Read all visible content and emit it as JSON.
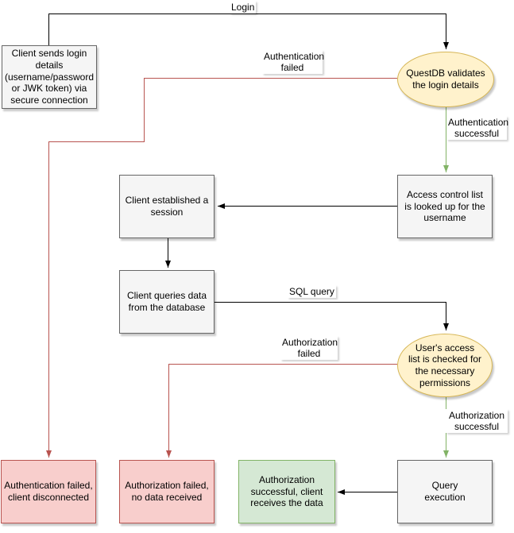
{
  "diagram": {
    "description": "QuestDB client authentication and authorization flow"
  },
  "nodes": {
    "client_login": {
      "lines": [
        "Client sends login",
        "details",
        "(username/password",
        "or JWK token) via",
        "secure connection"
      ]
    },
    "questdb_validates": {
      "lines": [
        "QuestDB validates",
        "the login details"
      ]
    },
    "acl_lookup": {
      "lines": [
        "Access control list",
        "is looked up for the",
        "username"
      ]
    },
    "session_established": {
      "lines": [
        "Client established a",
        "session"
      ]
    },
    "client_queries": {
      "lines": [
        "Client queries data",
        "from the database"
      ]
    },
    "access_check": {
      "lines": [
        "User's access",
        "list is checked for",
        "the necessary",
        "permissions"
      ]
    },
    "authentication_failed_end": {
      "lines": [
        "Authentication failed,",
        "client disconnected"
      ]
    },
    "authorization_failed_end": {
      "lines": [
        "Authorization failed,",
        "no data received"
      ]
    },
    "authorization_success_end": {
      "lines": [
        "Authorization",
        "successful, client",
        "receives the data"
      ]
    },
    "query_execution": {
      "lines": [
        "Query",
        "execution"
      ]
    }
  },
  "edge_labels": {
    "login": "Login",
    "authentication_failed": [
      "Authentication",
      "failed"
    ],
    "authentication_successful": [
      "Authentication",
      "successful"
    ],
    "sql_query": "SQL query",
    "authorization_failed": [
      "Authorization",
      "failed"
    ],
    "authorization_successful": [
      "Authorization",
      "successful"
    ]
  },
  "colors": {
    "node_gray_fill": "#f5f5f5",
    "node_gray_border": "#666666",
    "node_yellow_fill": "#fff2cc",
    "node_yellow_border": "#d6b656",
    "node_red_fill": "#f8cecc",
    "node_red_border": "#b85450",
    "node_green_fill": "#d5e8d4",
    "node_green_border": "#82b366",
    "edge_black": "#000000",
    "edge_red": "#b85450",
    "edge_green": "#82b366"
  }
}
